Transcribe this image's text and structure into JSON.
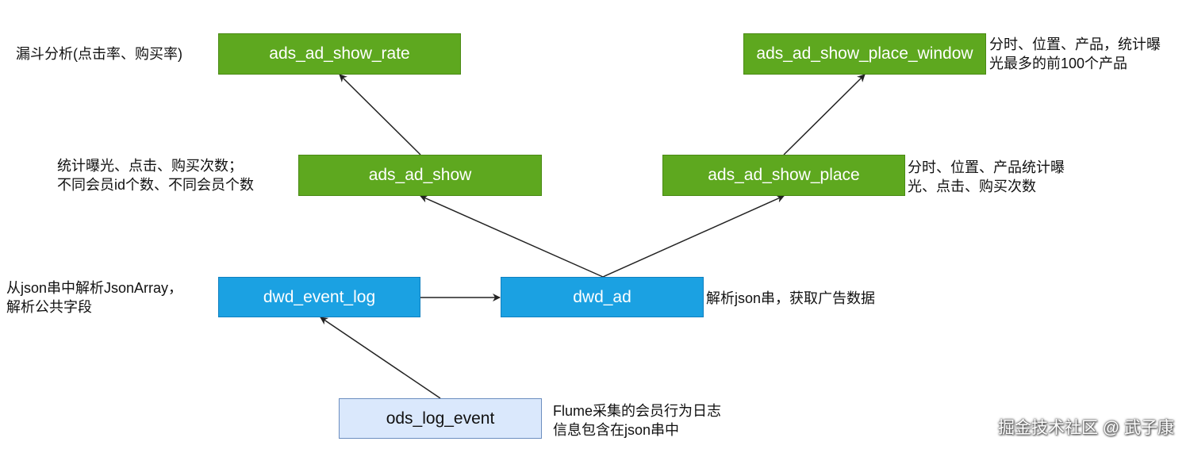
{
  "nodes": {
    "ads_ad_show_rate": "ads_ad_show_rate",
    "ads_ad_show_place_window": "ads_ad_show_place_window",
    "ads_ad_show": "ads_ad_show",
    "ads_ad_show_place": "ads_ad_show_place",
    "dwd_event_log": "dwd_event_log",
    "dwd_ad": "dwd_ad",
    "ods_log_event": "ods_log_event"
  },
  "notes": {
    "funnel": "漏斗分析(点击率、购买率)",
    "window": "分时、位置、产品，统计曝\n光最多的前100个产品",
    "show": "统计曝光、点击、购买次数；\n不同会员id个数、不同会员个数",
    "place": "分时、位置、产品统计曝\n光、点击、购买次数",
    "event_log": "从json串中解析JsonArray，\n解析公共字段",
    "ad": "解析json串，获取广告数据",
    "ods": "Flume采集的会员行为日志\n信息包含在json串中"
  },
  "watermark": "掘金技术社区 @ 武子康",
  "colors": {
    "ads_fill": "#5ea81f",
    "dwd_fill": "#1ba1e2",
    "ods_fill": "#dae8fc",
    "arrow": "#222222"
  }
}
